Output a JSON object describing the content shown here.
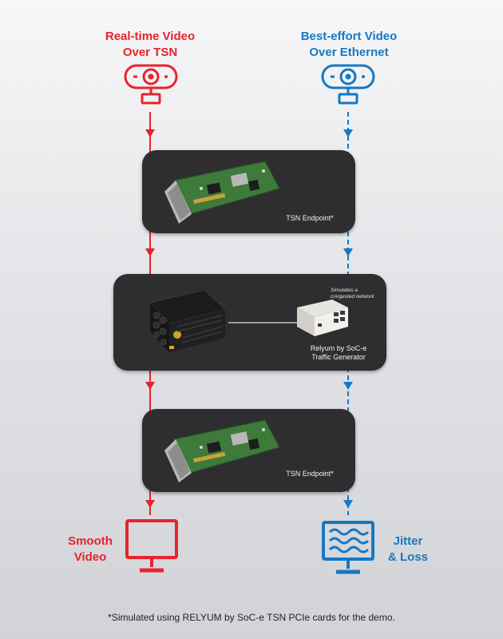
{
  "inputs": {
    "left": {
      "line1": "Real-time Video",
      "line2": "Over TSN",
      "icon": "webcam-icon",
      "color": "#e8232d"
    },
    "right": {
      "line1": "Best-effort Video",
      "line2": "Over Ethernet",
      "icon": "webcam-icon",
      "color": "#1478c4"
    }
  },
  "endpoint_top": {
    "caption": "TSN Endpoint*"
  },
  "middle": {
    "note_line1": "Simulates a",
    "note_line2": "congested network",
    "generator_line1": "Relyum by SoC-e",
    "generator_line2": "Traffic Generator"
  },
  "endpoint_bottom": {
    "caption": "TSN Endpoint*"
  },
  "outputs": {
    "left": {
      "line1": "Smooth",
      "line2": "Video",
      "icon": "monitor-icon"
    },
    "right": {
      "line1": "Jitter",
      "line2": "& Loss",
      "icon": "monitor-jitter-icon"
    }
  },
  "footnote": "*Simulated using RELYUM by SoC-e TSN PCIe cards for the demo."
}
